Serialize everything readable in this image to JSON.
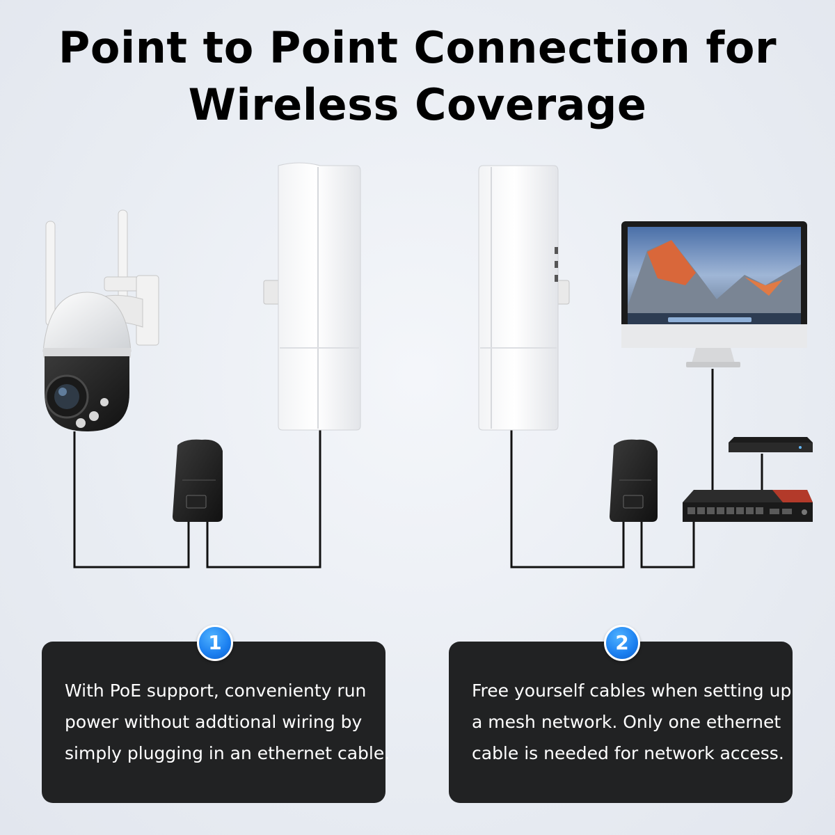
{
  "title": {
    "line1": "Point to Point Connection for",
    "line2": "Wireless Coverage"
  },
  "steps": [
    {
      "number": "1",
      "lines": [
        "With PoE support, convenienty run",
        "power without addtional wiring by",
        "simply plugging in an ethernet cable."
      ]
    },
    {
      "number": "2",
      "lines": [
        "Free yourself cables when setting up",
        "a mesh network. Only one ethernet",
        "cable is needed for network access."
      ]
    }
  ],
  "colors": {
    "badge": "#1b7ff0",
    "card": "#212223",
    "cable": "#111111"
  },
  "icons": [
    "ptz-camera-icon",
    "cpe-bridge-icon",
    "poe-injector-icon",
    "monitor-icon",
    "nvr-icon",
    "network-switch-icon"
  ]
}
